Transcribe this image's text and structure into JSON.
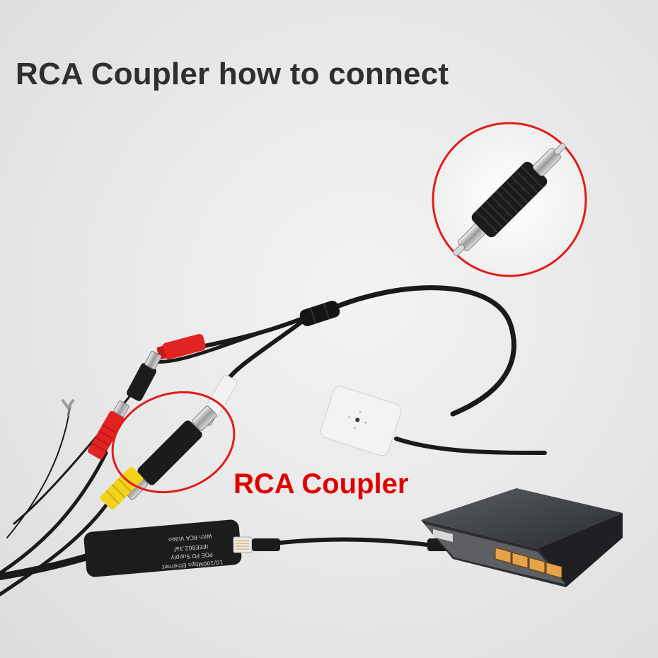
{
  "title": "RCA Coupler how to connect",
  "callout_label": "RCA Coupler",
  "injector_text": [
    "10/100Mbps Ethernet",
    "POE PD Supply",
    "IEEE802.3af",
    "With RCA Video"
  ],
  "colors": {
    "title": "#2f2f2f",
    "callout": "#e00000",
    "highlight_ring": "#e21b1b",
    "cable": "#1a1a1a",
    "rca_red": "#e32222",
    "rca_yellow": "#f2d21a",
    "rca_white": "#f2f2f2",
    "switch_body": "#3a3c40",
    "port_orange": "#e8a24a"
  },
  "icons": {
    "coupler": "rca-coupler-icon",
    "switch": "network-switch-icon",
    "camera": "mini-camera-icon",
    "injector": "poe-splitter-icon"
  }
}
